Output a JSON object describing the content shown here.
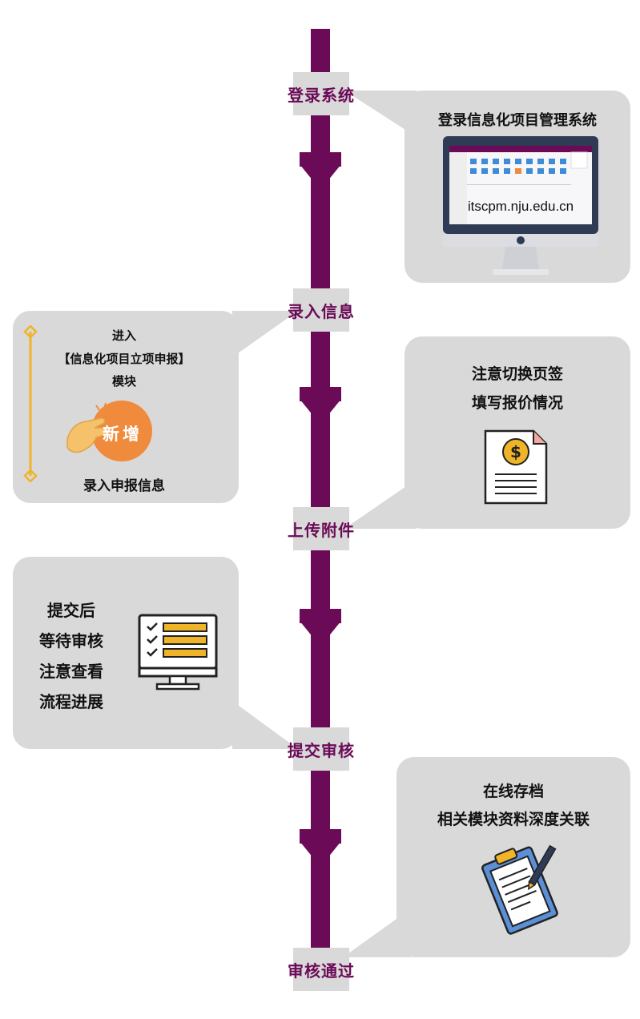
{
  "steps": [
    {
      "label": "登录系统"
    },
    {
      "label": "录入信息"
    },
    {
      "label": "上传附件"
    },
    {
      "label": "提交审核"
    },
    {
      "label": "审核通过"
    }
  ],
  "login": {
    "title": "登录信息化项目管理系统",
    "url": "itscpm.nju.edu.cn"
  },
  "enter": {
    "line1": "进入",
    "line2": "【信息化项目立项申报】",
    "line3": "模块",
    "button": "新增",
    "caption": "录入申报信息"
  },
  "attach": {
    "line1": "注意切换页签",
    "line2": "填写报价情况"
  },
  "submit": {
    "line1": "提交后",
    "line2": "等待审核",
    "line3": "注意查看",
    "line4": "流程进展"
  },
  "archive": {
    "line1": "在线存档",
    "line2": "相关模块资料深度关联"
  },
  "colors": {
    "spine": "#6b0a57",
    "bubble": "#d9d9d9",
    "accent_orange": "#f08a3c",
    "accent_yellow": "#f0b429"
  }
}
